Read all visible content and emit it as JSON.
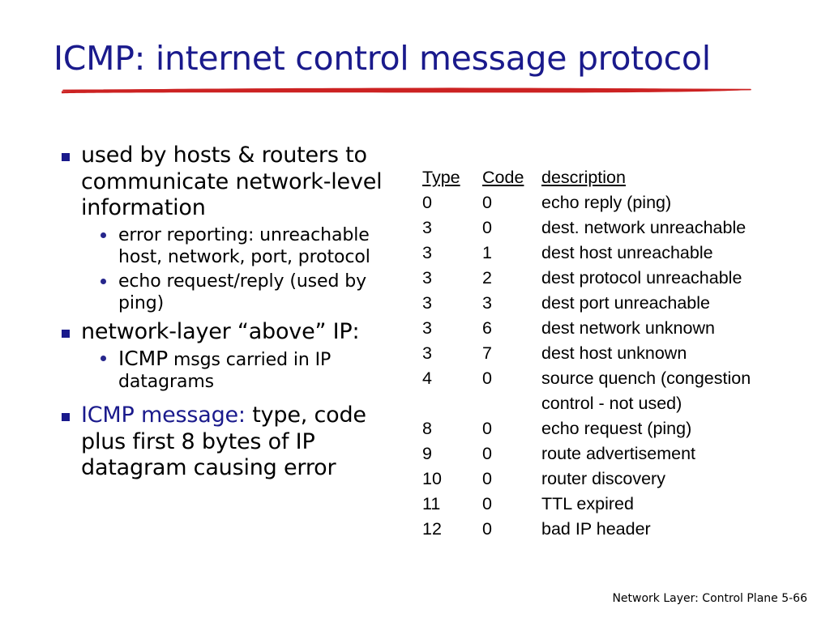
{
  "slide": {
    "title": "ICMP: internet control message protocol",
    "title_color": "#1a1a8c",
    "underline_color": "#cc2222",
    "bullet_marker_color": "#1a1a8c",
    "background_color": "#ffffff"
  },
  "bullets": [
    {
      "level": 1,
      "text": "used by hosts & routers to communicate network-level information"
    },
    {
      "level": 2,
      "text": "error reporting: unreachable host, network, port, protocol"
    },
    {
      "level": 2,
      "text": "echo request/reply (used by ping)"
    },
    {
      "level": 1,
      "text": "network-layer “above” IP:"
    },
    {
      "level": 2,
      "caps": "ICMP",
      "rest": " msgs carried in IP datagrams"
    },
    {
      "level": 1,
      "accent": "ICMP message:",
      "rest": " type, code plus first 8 bytes of IP datagram causing error"
    }
  ],
  "table": {
    "headers": [
      "Type",
      "Code",
      "description"
    ],
    "rows": [
      {
        "type": "0",
        "code": "0",
        "description": "echo reply (ping)"
      },
      {
        "type": "3",
        "code": "0",
        "description": "dest. network unreachable"
      },
      {
        "type": "3",
        "code": "1",
        "description": "dest host unreachable"
      },
      {
        "type": "3",
        "code": "2",
        "description": "dest protocol unreachable"
      },
      {
        "type": "3",
        "code": "3",
        "description": "dest port unreachable"
      },
      {
        "type": "3",
        "code": "6",
        "description": "dest network unknown"
      },
      {
        "type": "3",
        "code": "7",
        "description": "dest host unknown"
      },
      {
        "type": "4",
        "code": "0",
        "description": "source quench (congestion\ncontrol - not used)"
      },
      {
        "type": "8",
        "code": "0",
        "description": "echo request (ping)"
      },
      {
        "type": "9",
        "code": "0",
        "description": "route advertisement"
      },
      {
        "type": "10",
        "code": "0",
        "description": "router discovery"
      },
      {
        "type": "11",
        "code": "0",
        "description": "TTL expired"
      },
      {
        "type": "12",
        "code": "0",
        "description": "bad IP header"
      }
    ]
  },
  "footer": {
    "text": "Network Layer: Control Plane  5-66"
  }
}
